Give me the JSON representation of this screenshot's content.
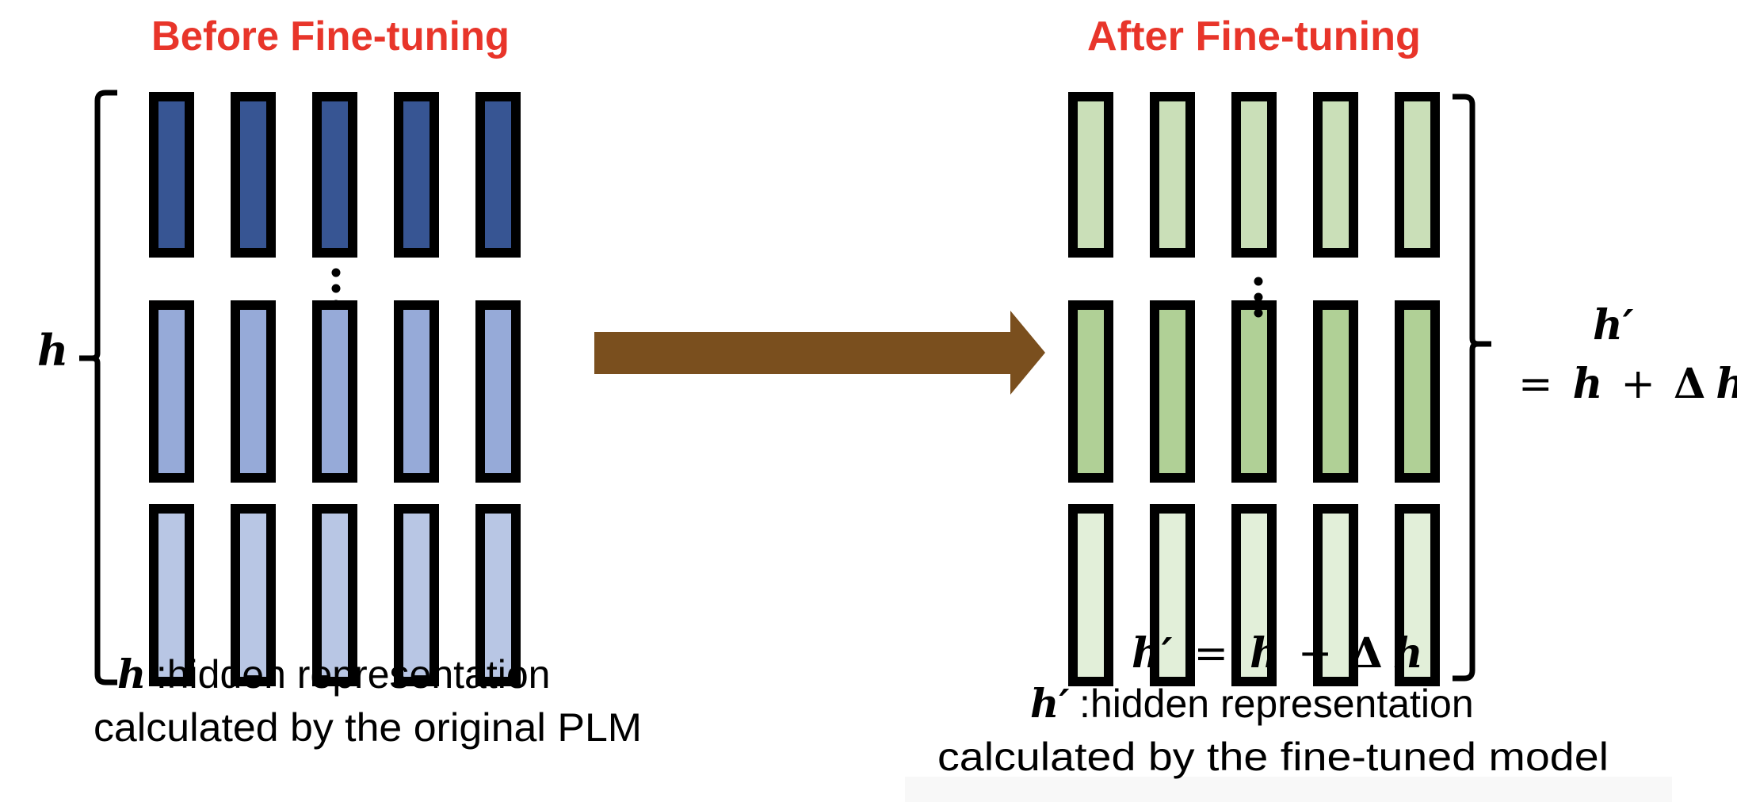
{
  "colors": {
    "title": "#e8352a",
    "arrow": "#7a4f1e",
    "outline": "#000000",
    "before_rows": [
      "#375593",
      "#96aad8",
      "#b8c6e4"
    ],
    "after_rows": [
      "#cadfb8",
      "#b0d096",
      "#e2efd9"
    ],
    "footer_panel": "#f8f8f8"
  },
  "before": {
    "title": "Before Fine-tuning",
    "bracket_symbol": "h",
    "vectors_per_row": 5,
    "rows": 3,
    "ellipsis": "⋮",
    "caption": {
      "symbol": "h",
      "line1_rest": ":hidden representation",
      "line2": "calculated by the original PLM"
    }
  },
  "arrow": {
    "direction": "right",
    "meaning": "fine-tuning"
  },
  "after": {
    "title": "After Fine-tuning",
    "bracket_label": {
      "line1_symbol": "h′",
      "line2": {
        "eq": "=",
        "h": "h",
        "plus": "+",
        "delta": "Δ",
        "h2": "h"
      }
    },
    "vectors_per_row": 5,
    "rows": 3,
    "ellipsis": "⋮",
    "caption": {
      "equation": {
        "lhs": "h′",
        "eq": "=",
        "h": "h",
        "plus": "+",
        "delta": "Δ",
        "h2": "h"
      },
      "symbol": "h′",
      "line2_rest": ":hidden representation",
      "line3": "calculated by the fine-tuned model"
    }
  }
}
